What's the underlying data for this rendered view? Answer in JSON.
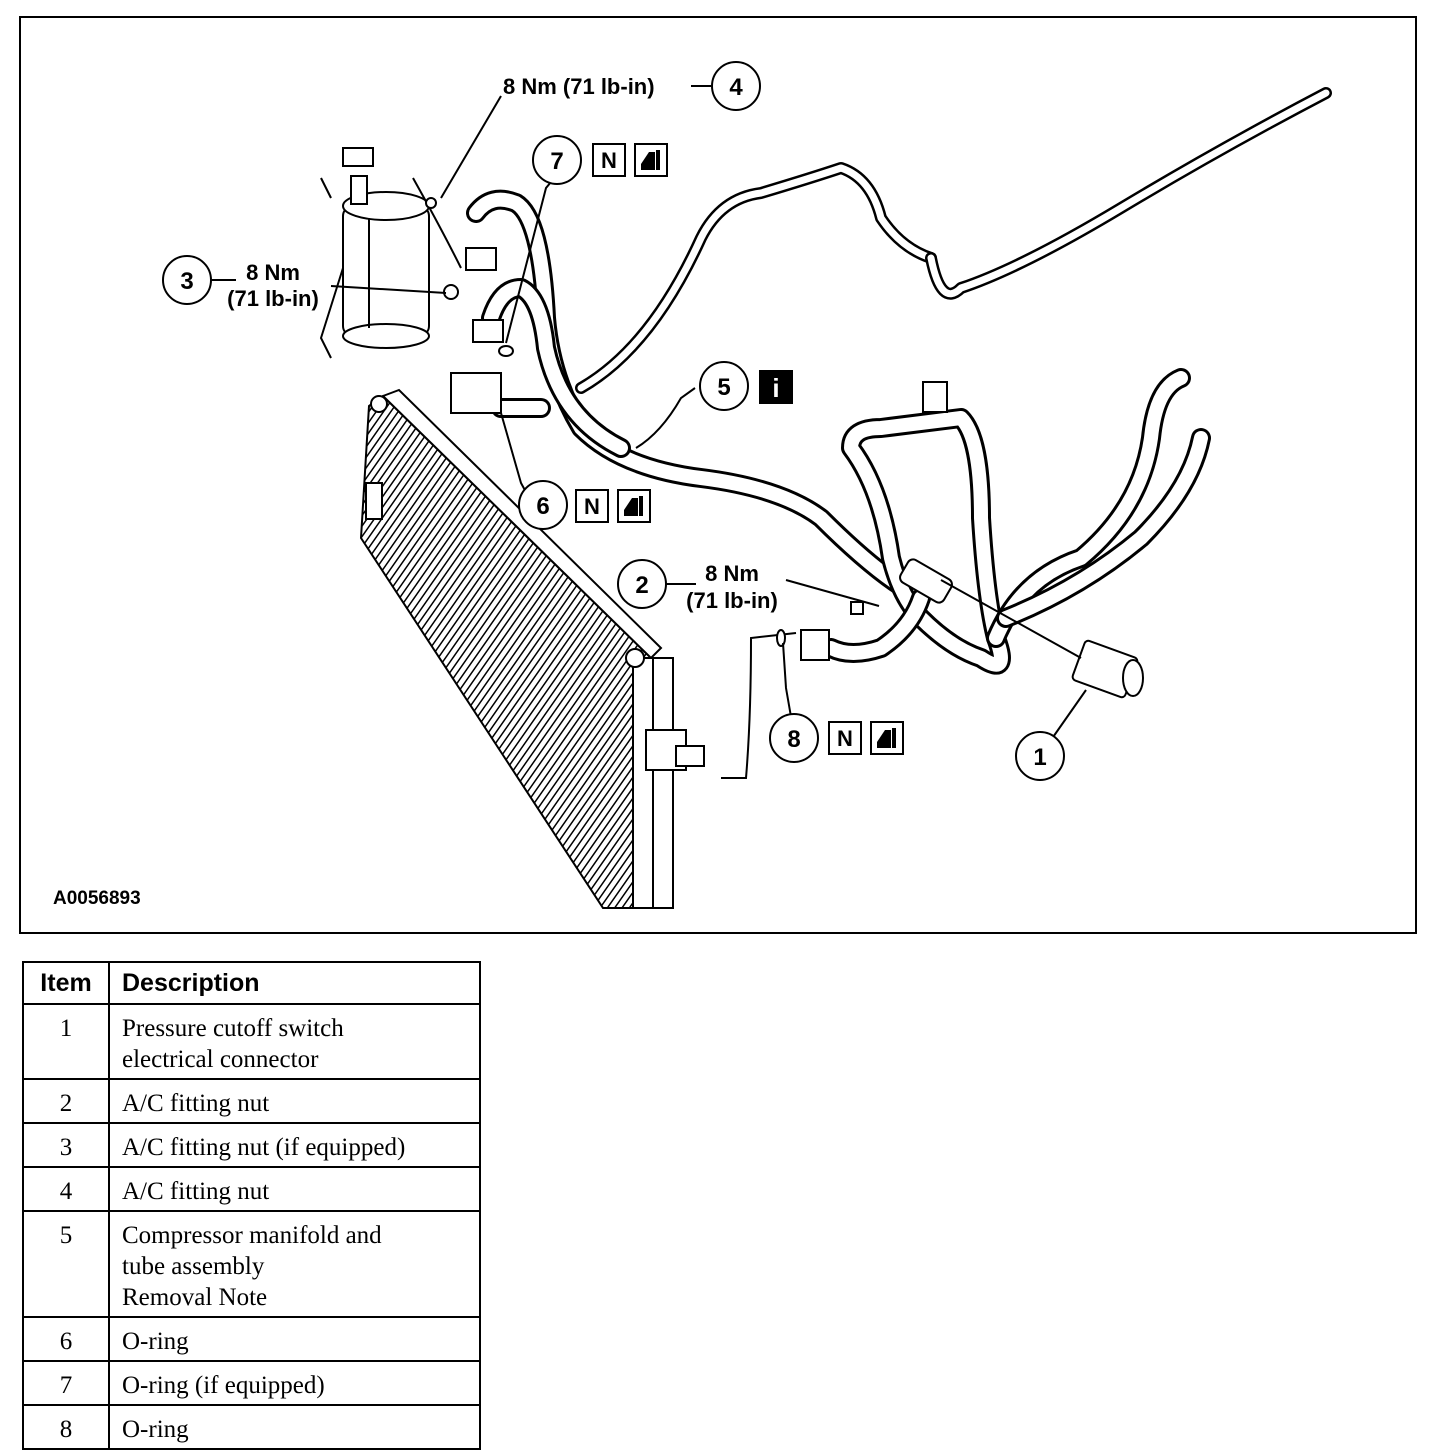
{
  "figure": {
    "code": "A0056893",
    "callouts": [
      {
        "number": "1",
        "torque": "",
        "torque_alt": "",
        "symbols": []
      },
      {
        "number": "2",
        "torque": "8 Nm",
        "torque_alt": "(71 lb-in)",
        "symbols": []
      },
      {
        "number": "3",
        "torque": "8 Nm",
        "torque_alt": "(71 lb-in)",
        "symbols": []
      },
      {
        "number": "4",
        "torque": "8 Nm (71 lb-in)",
        "torque_alt": "",
        "symbols": []
      },
      {
        "number": "5",
        "torque": "",
        "torque_alt": "",
        "symbols": [
          "i"
        ]
      },
      {
        "number": "6",
        "torque": "",
        "torque_alt": "",
        "symbols": [
          "N",
          "lube-icon"
        ]
      },
      {
        "number": "7",
        "torque": "",
        "torque_alt": "",
        "symbols": [
          "N",
          "lube-icon"
        ]
      },
      {
        "number": "8",
        "torque": "",
        "torque_alt": "",
        "symbols": [
          "N",
          "lube-icon"
        ]
      }
    ]
  },
  "legend": {
    "headers": {
      "item": "Item",
      "description": "Description"
    },
    "rows": [
      {
        "item": "1",
        "description": "Pressure cutoff switch\nelectrical connector"
      },
      {
        "item": "2",
        "description": "A/C fitting nut"
      },
      {
        "item": "3",
        "description": "A/C fitting nut (if equipped)"
      },
      {
        "item": "4",
        "description": "A/C fitting nut"
      },
      {
        "item": "5",
        "description": "Compressor manifold and\ntube assembly\nRemoval Note"
      },
      {
        "item": "6",
        "description": "O-ring"
      },
      {
        "item": "7",
        "description": "O-ring (if equipped)"
      },
      {
        "item": "8",
        "description": "O-ring"
      }
    ]
  }
}
